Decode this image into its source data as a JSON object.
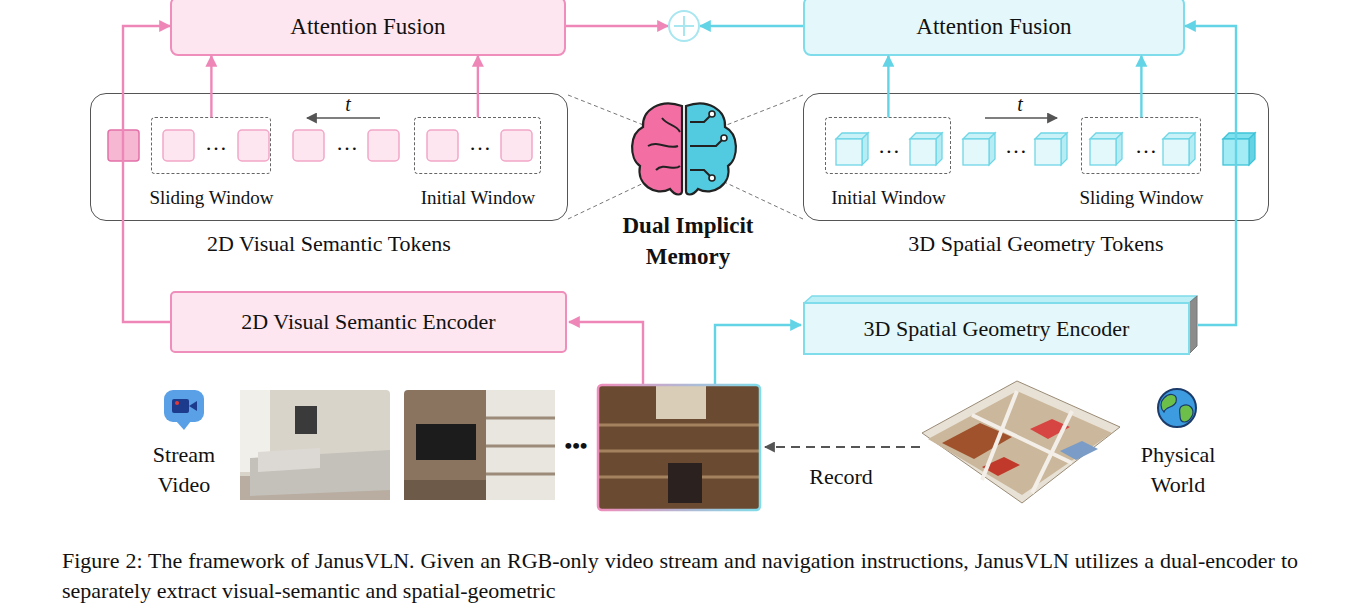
{
  "diagram": {
    "caption": "Figure 2: The framework of JanusVLN. Given an RGB-only video stream and navigation instructions, JanusVLN utilizes a dual-encoder to separately extract visual-semantic and spatial-geometric",
    "nodes": [
      {
        "text": [
          "Attention Fusion"
        ]
      },
      {
        "text": [
          "Attention Fusion"
        ]
      },
      {
        "text": [
          "2D Visual Semantic Tokens"
        ]
      },
      {
        "text": [
          "Sliding Window"
        ],
        "in": 2
      },
      {
        "text": [
          "Initial Window"
        ],
        "in": 2
      },
      {
        "text": [
          "3D Spatial Geometry Tokens"
        ]
      },
      {
        "text": [
          "Initial Window"
        ],
        "in": 5
      },
      {
        "text": [
          "Sliding Window"
        ],
        "in": 5
      },
      {
        "text": [
          "2D Visual Semantic Encoder"
        ]
      },
      {
        "text": [
          "3D Spatial Geometry Encoder"
        ]
      }
    ],
    "edges": [
      {
        "from": 8,
        "to": 0,
        "arrow": "to"
      },
      {
        "from": 3,
        "to": 0,
        "arrow": "to"
      },
      {
        "from": 4,
        "to": 0,
        "arrow": "to"
      },
      {
        "from": 9,
        "to": 1,
        "arrow": "to"
      },
      {
        "from": 6,
        "to": 1,
        "arrow": "to"
      },
      {
        "from": 7,
        "to": 1,
        "arrow": "to"
      }
    ],
    "labels": [
      "…",
      "…",
      "…",
      "t",
      "…",
      "…",
      "…",
      "t",
      "Dual Implicit Memory",
      "Stream Video",
      "•••",
      "Record",
      "Physical World"
    ]
  }
}
